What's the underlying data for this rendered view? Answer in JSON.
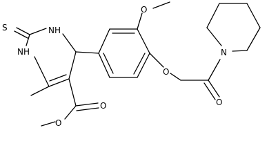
{
  "molecule": {
    "atoms": {
      "s1": "S",
      "nh1": "NH",
      "nh2": "NH",
      "o1": "O",
      "o2": "O",
      "o3": "O",
      "o4": "O",
      "o5": "O",
      "n1": "N"
    }
  },
  "colors": {
    "bond": "#000000",
    "background": "#ffffff"
  }
}
